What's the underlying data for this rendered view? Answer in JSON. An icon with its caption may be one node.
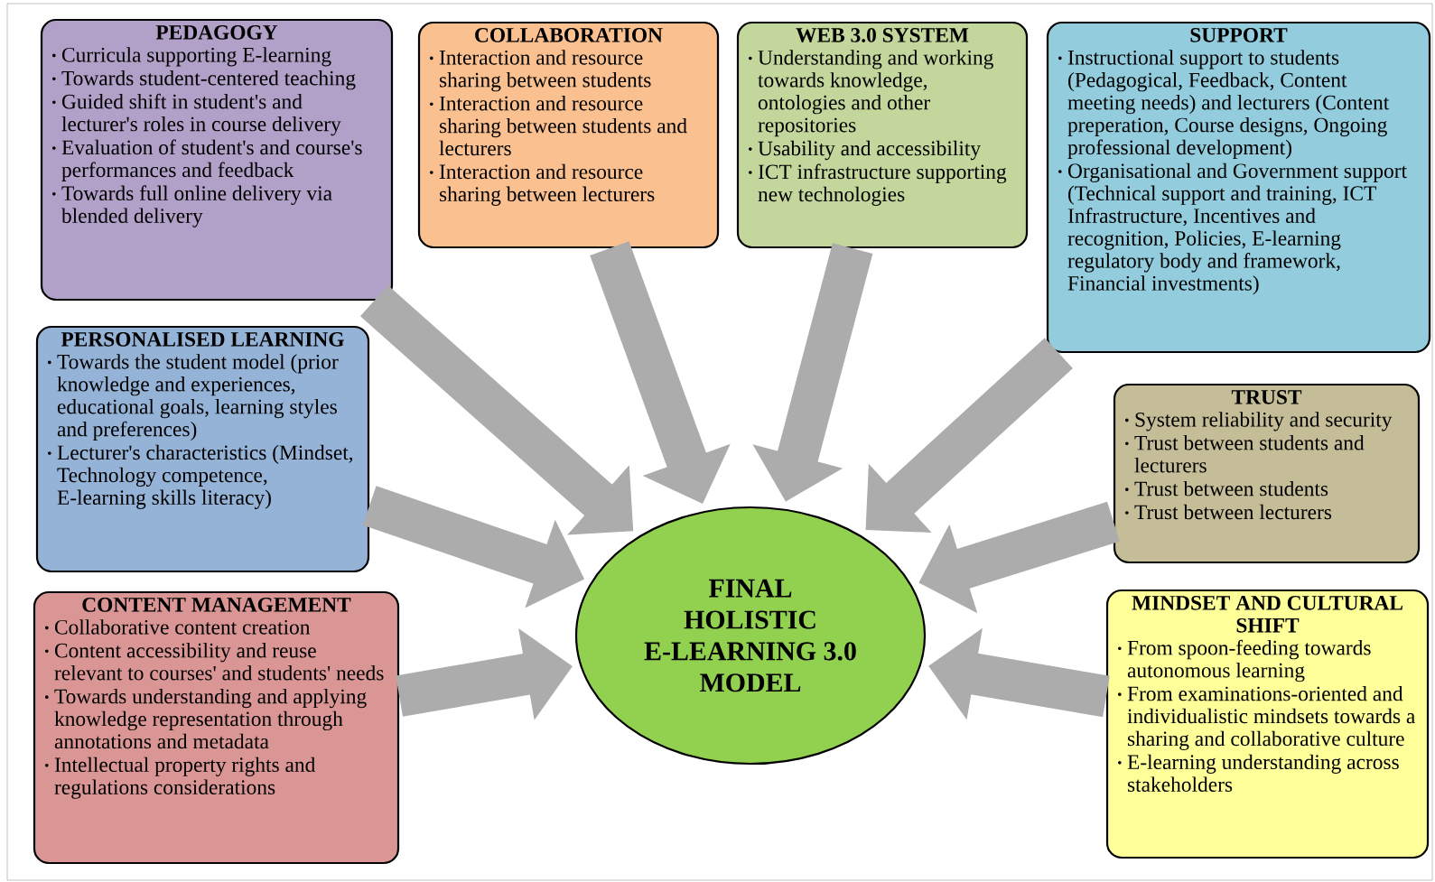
{
  "diagram": {
    "nodes": [
      {
        "text": [
          "PEDAGOGY",
          "Curricula supporting E-learning",
          "Towards student-centered teaching",
          "Guided shift in student's and lecturer's roles in course delivery",
          "Evaluation of student's and course's performances and feedback",
          "Towards full online delivery via blended delivery"
        ]
      },
      {
        "text": [
          "COLLABORATION",
          "Interaction and resource sharing between students",
          "Interaction and resource sharing between students and lecturers",
          "Interaction and resource sharing between lecturers"
        ]
      },
      {
        "text": [
          "WEB 3.0 SYSTEM",
          "Understanding and working towards knowledge, ontologies and other repositories",
          "Usability and accessibility",
          "ICT infrastructure supporting new technologies"
        ]
      },
      {
        "text": [
          "SUPPORT",
          "Instructional support to students (Pedagogical, Feedback, Content meeting needs) and lecturers (Content preperation, Course designs, Ongoing professional development)",
          "Organisational and Government support (Technical support and training, ICT Infrastructure, Incentives and recognition, Policies, E-learning regulatory body and framework, Financial investments)"
        ]
      },
      {
        "text": [
          "PERSONALISED LEARNING",
          "Towards the student model (prior knowledge and experiences, educational goals, learning styles and preferences)",
          "Lecturer's characteristics (Mindset, Technology competence, E-learning skills literacy)"
        ]
      },
      {
        "text": [
          "TRUST",
          "System reliability and security",
          "Trust between students and lecturers",
          "Trust between students",
          "Trust between lecturers"
        ]
      },
      {
        "text": [
          "CONTENT MANAGEMENT",
          "Collaborative content creation",
          "Content accessibility and reuse relevant to courses' and students' needs",
          "Towards understanding and applying knowledge representation through annotations and metadata",
          "Intellectual property rights and regulations considerations"
        ]
      },
      {
        "text": [
          "MINDSET AND CULTURAL SHIFT",
          "From spoon-feeding towards autonomous learning",
          "From examinations-oriented and individualistic mindsets towards a sharing and collaborative culture",
          "E-learning understanding across stakeholders"
        ]
      },
      {
        "text": [
          "FINAL HOLISTIC E-LEARNING 3.0 MODEL"
        ]
      }
    ],
    "edges": [
      {
        "from": 0,
        "to": 8,
        "arrow": "to"
      },
      {
        "from": 1,
        "to": 8,
        "arrow": "to"
      },
      {
        "from": 2,
        "to": 8,
        "arrow": "to"
      },
      {
        "from": 3,
        "to": 8,
        "arrow": "to"
      },
      {
        "from": 4,
        "to": 8,
        "arrow": "to"
      },
      {
        "from": 5,
        "to": 8,
        "arrow": "to"
      },
      {
        "from": 6,
        "to": 8,
        "arrow": "to"
      },
      {
        "from": 7,
        "to": 8,
        "arrow": "to"
      }
    ]
  }
}
